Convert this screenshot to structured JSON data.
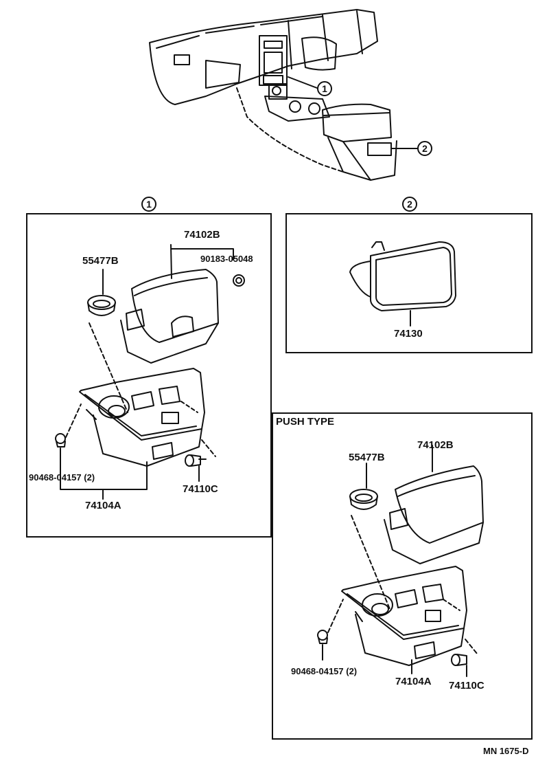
{
  "callouts": {
    "one": "1",
    "two": "2"
  },
  "panel1": {
    "parts": {
      "p74102B": "74102B",
      "p55477B": "55477B",
      "p90183": "90183-05048",
      "p90468": "90468-04157 (2)",
      "p74110C": "74110C",
      "p74104A": "74104A"
    }
  },
  "panel2": {
    "parts": {
      "p74130": "74130"
    }
  },
  "panel3": {
    "title": "PUSH TYPE",
    "parts": {
      "p55477B": "55477B",
      "p74102B": "74102B",
      "p90468": "90468-04157 (2)",
      "p74104A": "74104A",
      "p74110C": "74110C"
    }
  },
  "diagram_code": "MN 1675-D"
}
